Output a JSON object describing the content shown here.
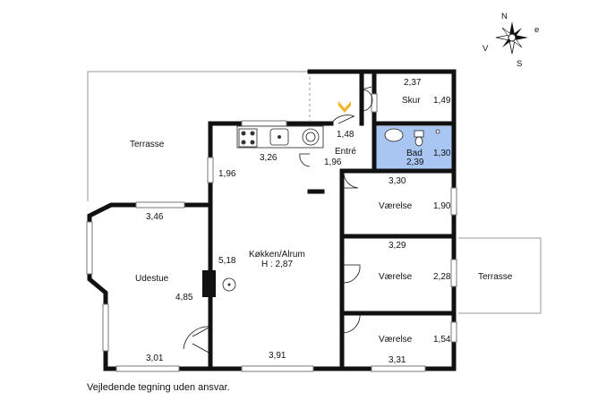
{
  "rooms": {
    "terrasse_left": "Terrasse",
    "skur": "Skur",
    "entre": "Entré",
    "bad": "Bad",
    "udestue": "Udestue",
    "kokken": "Køkken/Alrum",
    "kokken_height": "H : 2,87",
    "vaerelse_1": "Værelse",
    "vaerelse_2": "Værelse",
    "vaerelse_3": "Værelse",
    "terrasse_right": "Terrasse"
  },
  "dimensions": {
    "d_2_37": "2,37",
    "d_1_49": "1,49",
    "d_1_48": "1,48",
    "d_3_26": "3,26",
    "d_1_96_a": "1,96",
    "d_1_96_b": "1,96",
    "d_1_30": "1,30",
    "d_2_39": "2,39",
    "d_3_30": "3,30",
    "d_1_90": "1,90",
    "d_3_46": "3,46",
    "d_3_29": "3,29",
    "d_5_18": "5,18",
    "d_2_28": "2,28",
    "d_4_85": "4,85",
    "d_1_54": "1,54",
    "d_3_01": "3,01",
    "d_3_91": "3,91",
    "d_3_31": "3,31"
  },
  "compass": {
    "n": "N",
    "e": "e",
    "s": "S",
    "v": "V"
  },
  "colors": {
    "bathroom": "#a9c6f2",
    "entry_marker": "#f2b632",
    "walls": "#111111",
    "terrace_lines": "#999999"
  },
  "disclaimer": "Vejledende tegning uden ansvar."
}
